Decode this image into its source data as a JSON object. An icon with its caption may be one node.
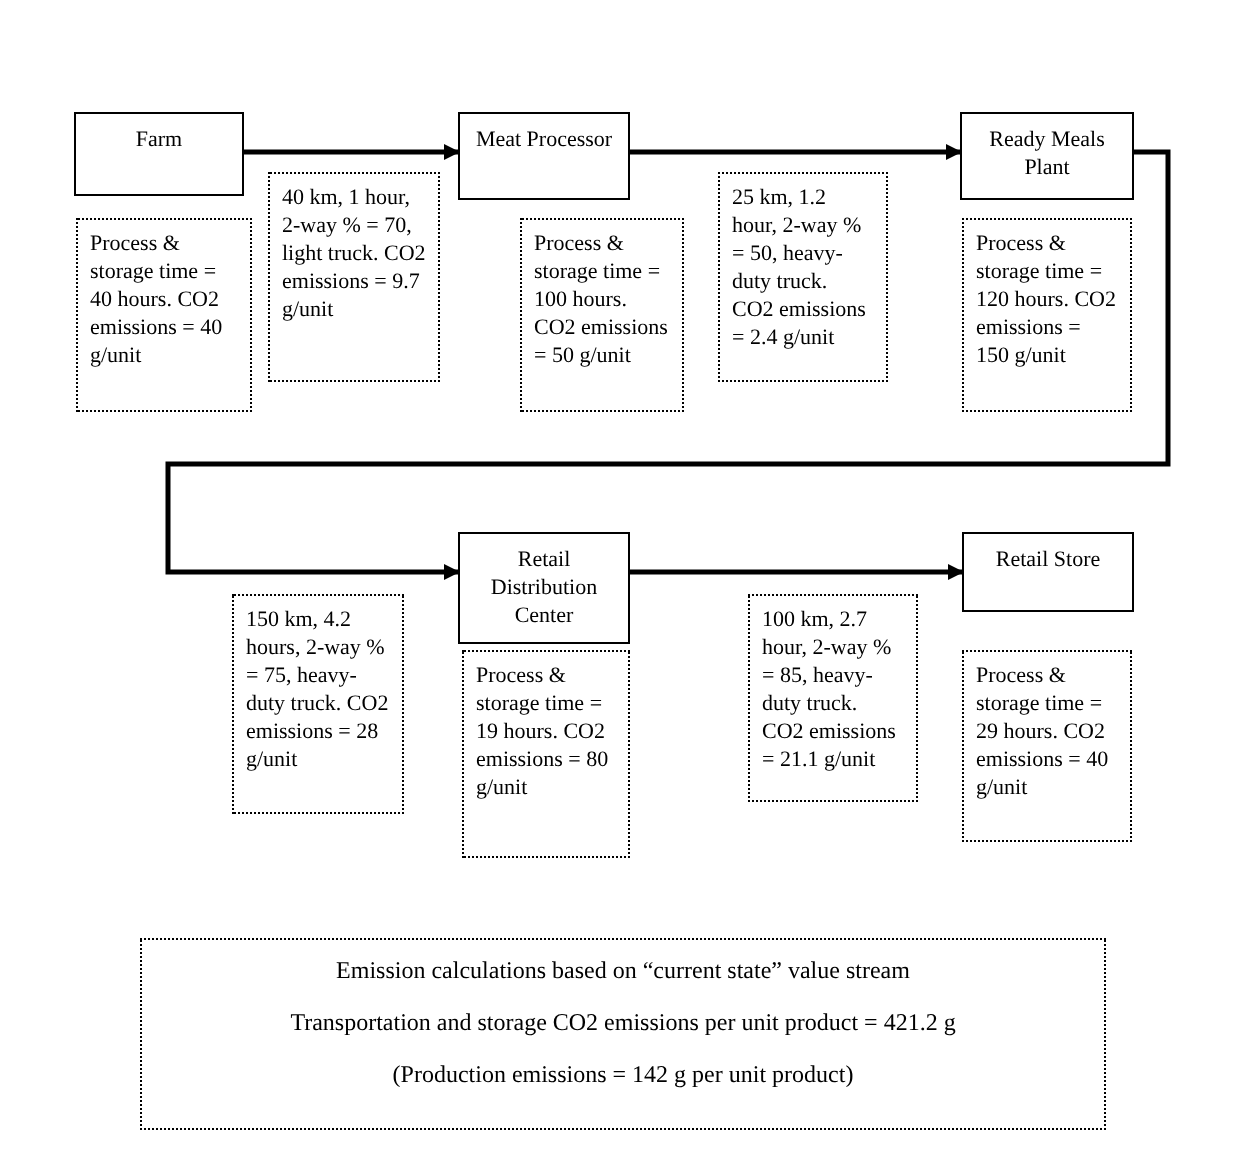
{
  "diagram": {
    "nodes": [
      {
        "text": [
          "Farm"
        ]
      },
      {
        "text": [
          "Process & storage time = 40 hours. CO2 emissions = 40 g/unit"
        ]
      },
      {
        "text": [
          "40 km, 1 hour, 2-way % = 70, light truck. CO2 emissions = 9.7 g/unit"
        ]
      },
      {
        "text": [
          "Meat Processor"
        ]
      },
      {
        "text": [
          "Process & storage time = 100 hours. CO2 emissions = 50 g/unit"
        ]
      },
      {
        "text": [
          "25 km, 1.2 hour, 2-way % = 50, heavy-duty truck. CO2 emissions = 2.4 g/unit"
        ]
      },
      {
        "text": [
          "Ready Meals Plant"
        ]
      },
      {
        "text": [
          "Process & storage time = 120 hours. CO2 emissions = 150 g/unit"
        ]
      },
      {
        "text": [
          "150 km, 4.2 hours, 2-way % = 75, heavy-duty truck. CO2 emissions = 28 g/unit"
        ]
      },
      {
        "text": [
          "Retail Distribution Center"
        ]
      },
      {
        "text": [
          "Process & storage time = 19 hours. CO2 emissions = 80 g/unit"
        ]
      },
      {
        "text": [
          "100 km, 2.7 hour, 2-way % = 85, heavy-duty truck. CO2 emissions = 21.1 g/unit"
        ]
      },
      {
        "text": [
          "Retail Store"
        ]
      },
      {
        "text": [
          "Process & storage time = 29 hours. CO2 emissions = 40 g/unit"
        ]
      },
      {
        "text": [
          "Emission calculations based on “current state” value stream",
          "Transportation and storage CO2 emissions per unit product = 421.2 g",
          "(Production emissions = 142 g per unit product)"
        ]
      }
    ],
    "edges": [
      {
        "from": 0,
        "to": 3,
        "arrow": "to"
      },
      {
        "from": 3,
        "to": 6,
        "arrow": "to"
      },
      {
        "from": 6,
        "to": 9,
        "arrow": "to"
      },
      {
        "from": 9,
        "to": 12,
        "arrow": "to"
      }
    ]
  }
}
